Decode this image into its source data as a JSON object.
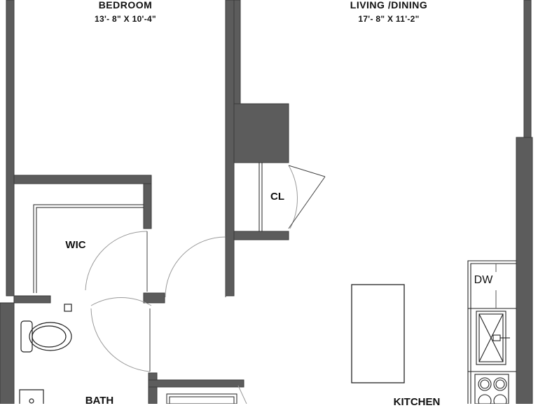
{
  "rooms": {
    "bedroom": {
      "name": "BEDROOM",
      "dimensions": "13'- 8\" X 10'-4\""
    },
    "living_dining": {
      "name": "LIVING /DINING",
      "dimensions": "17'- 8\" X 11'-2\""
    },
    "closet": {
      "name": "CL"
    },
    "walk_in_closet": {
      "name": "WIC"
    },
    "bath": {
      "name": "BATH"
    },
    "kitchen": {
      "name": "KITCHEN"
    }
  },
  "appliances": {
    "dishwasher": "DW"
  },
  "colors": {
    "wall": "#5c5c5c",
    "line": "#222222",
    "background": "#ffffff"
  }
}
